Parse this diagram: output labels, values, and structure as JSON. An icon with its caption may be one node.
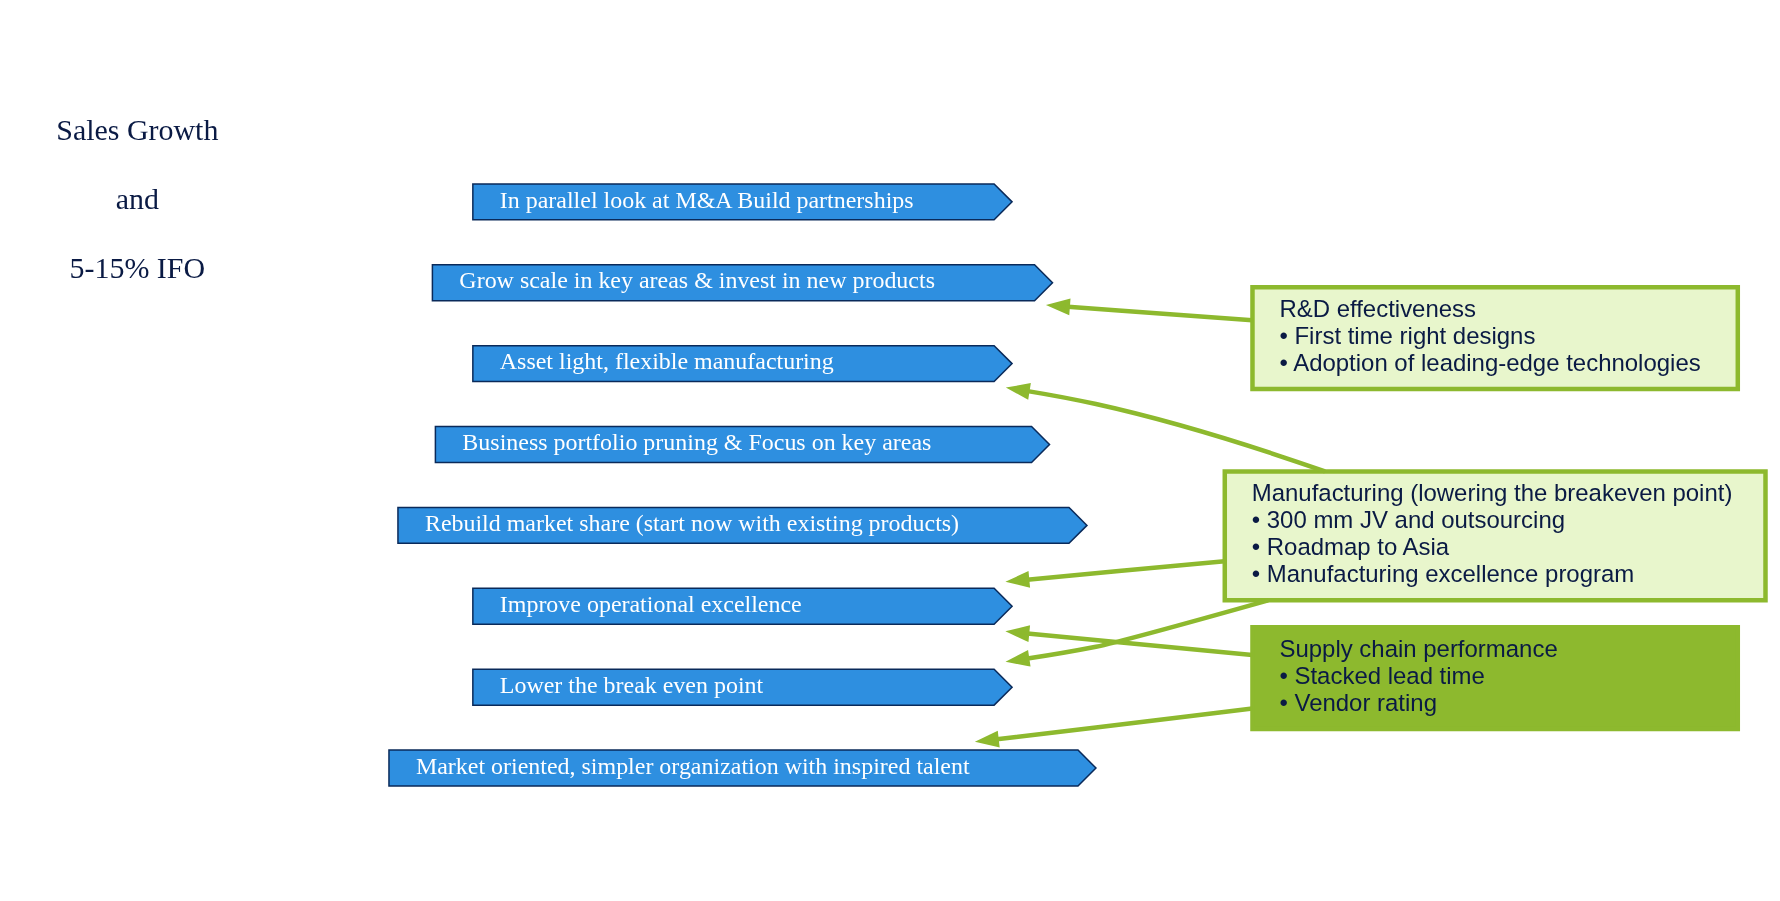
{
  "diagram": {
    "nodes": [
      {
        "text": [
          "In parallel look at M&A Build partnerships"
        ]
      },
      {
        "text": [
          "Grow scale in key areas & invest in new products"
        ]
      },
      {
        "text": [
          "Asset light, flexible manufacturing"
        ]
      },
      {
        "text": [
          "Business portfolio pruning & Focus on key areas"
        ]
      },
      {
        "text": [
          "Rebuild market share (start now with existing products)"
        ]
      },
      {
        "text": [
          "Improve operational excellence"
        ]
      },
      {
        "text": [
          "Lower the break even point"
        ]
      },
      {
        "text": [
          "Market oriented, simpler organization with inspired talent"
        ]
      },
      {
        "text": [
          "R&D effectiveness",
          "• First time right designs",
          "• Adoption of leading-edge technologies"
        ]
      },
      {
        "text": [
          "Manufacturing (lowering the breakeven point)",
          "• 300 mm JV and outsourcing",
          "• Roadmap to Asia",
          "• Manufacturing excellence program"
        ]
      },
      {
        "text": [
          "Supply chain performance",
          "• Stacked lead time",
          "• Vendor rating"
        ]
      }
    ],
    "edges": [
      {
        "from": 8,
        "to": 1,
        "arrow": "to"
      },
      {
        "from": 9,
        "to": 2,
        "arrow": "to"
      },
      {
        "from": 9,
        "to": 5,
        "arrow": "to"
      },
      {
        "from": 9,
        "to": 6,
        "arrow": "to"
      },
      {
        "from": 10,
        "to": 5,
        "arrow": "to"
      },
      {
        "from": 10,
        "to": 7,
        "arrow": "to"
      }
    ],
    "labels": [
      "Sales Growth",
      "and",
      "5-15% IFO"
    ]
  }
}
